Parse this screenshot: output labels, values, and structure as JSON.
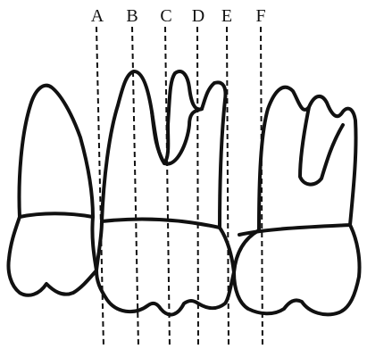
{
  "labels": {
    "a": "A",
    "b": "B",
    "c": "C",
    "d": "D",
    "e": "E",
    "f": "F"
  },
  "style": {
    "line_color": "#111111",
    "background": "#ffffff"
  }
}
